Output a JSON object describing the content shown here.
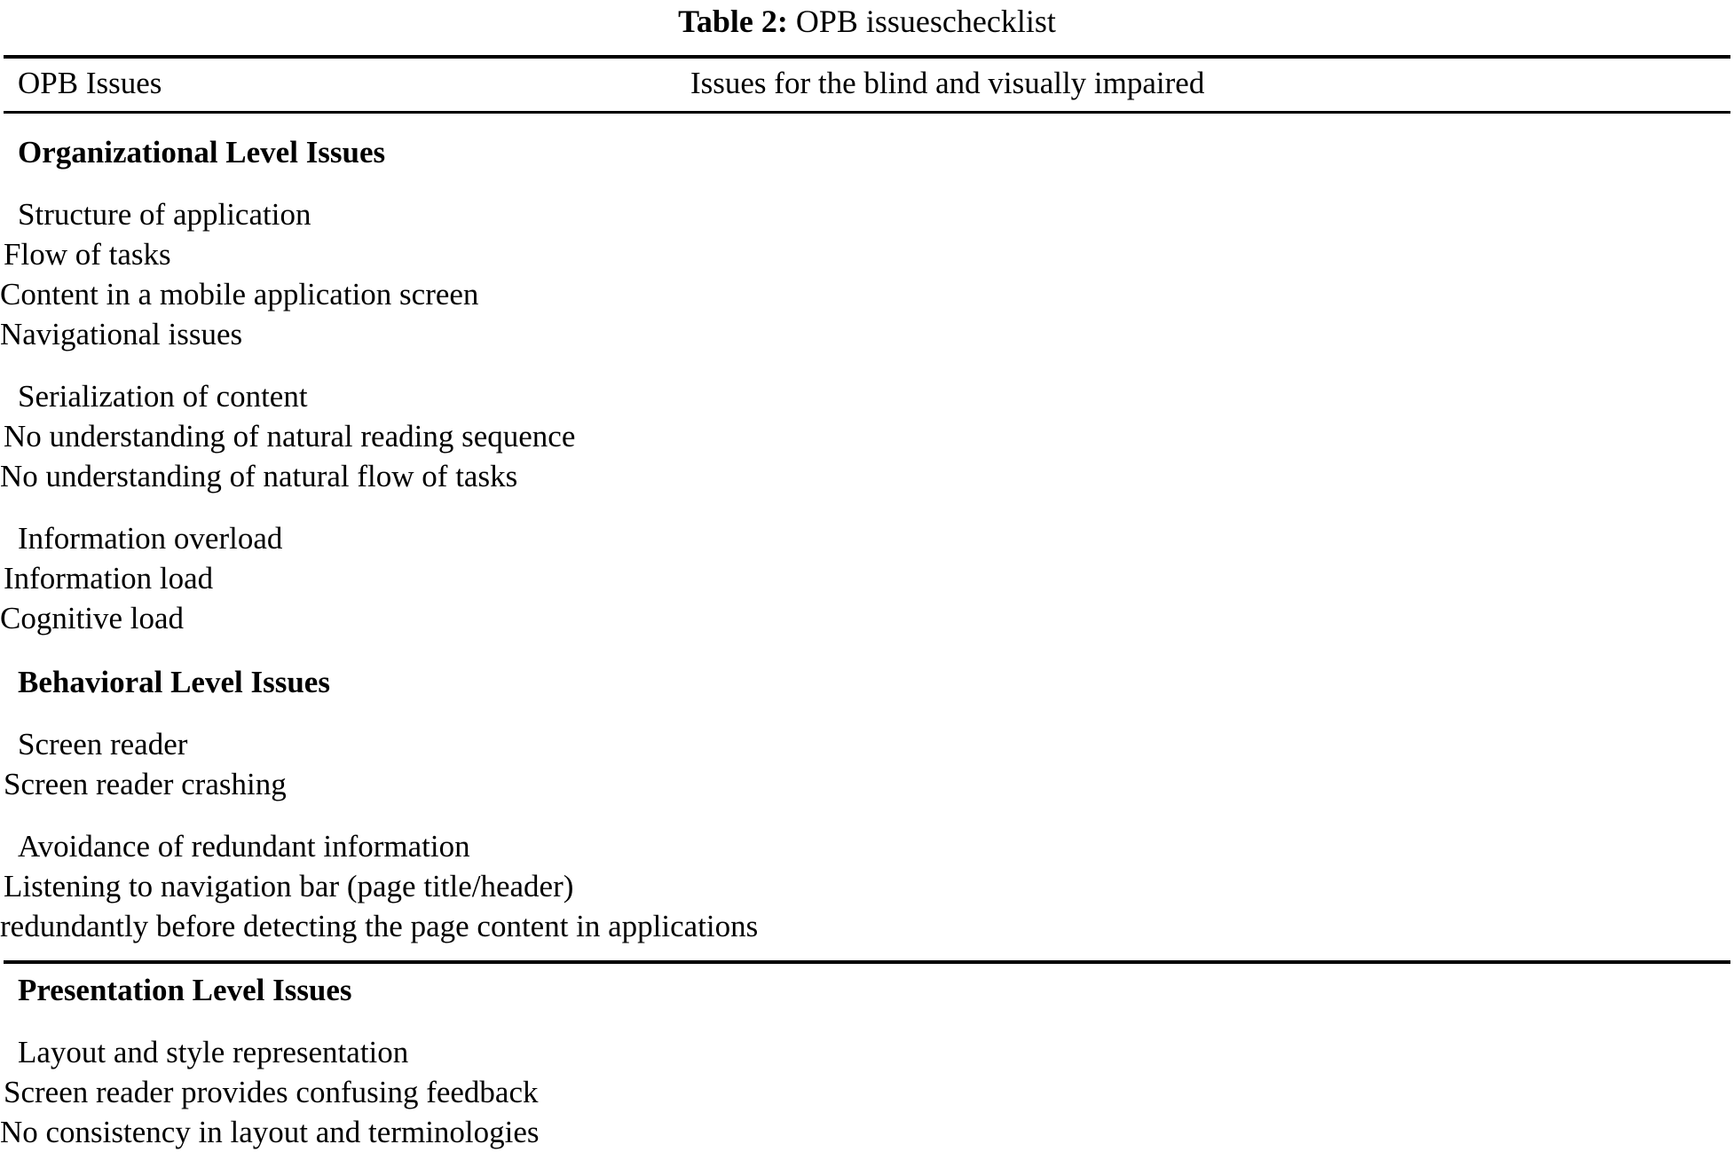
{
  "caption": {
    "label": "Table 2:",
    "text": "OPB issueschecklist"
  },
  "columns": {
    "left_header": "OPB Issues",
    "right_header": "Issues for the blind and visually impaired"
  },
  "sections": [
    {
      "heading": "Organizational Level Issues",
      "rows": [
        {
          "issue": "Structure of application",
          "details": [
            "Flow of tasks",
            "Content in a mobile application screen",
            "Navigational issues"
          ]
        },
        {
          "issue": "Serialization of content",
          "details": [
            "No understanding of natural reading sequence",
            "No understanding of natural flow of tasks"
          ]
        },
        {
          "issue": "Information overload",
          "details": [
            "Information load",
            "Cognitive load"
          ]
        }
      ]
    },
    {
      "heading": "Behavioral Level Issues",
      "rows": [
        {
          "issue": "Screen reader",
          "details": [
            "Screen reader crashing"
          ]
        },
        {
          "issue": "Avoidance of redundant information",
          "details": [
            "Listening to navigation bar (page title/header)",
            "redundantly before detecting the page content in applications"
          ]
        }
      ]
    },
    {
      "heading": "Presentation Level Issues",
      "rows": [
        {
          "issue": "Layout and style representation",
          "details": [
            "Screen reader provides confusing feedback",
            "No consistency in layout and terminologies"
          ]
        }
      ]
    }
  ]
}
